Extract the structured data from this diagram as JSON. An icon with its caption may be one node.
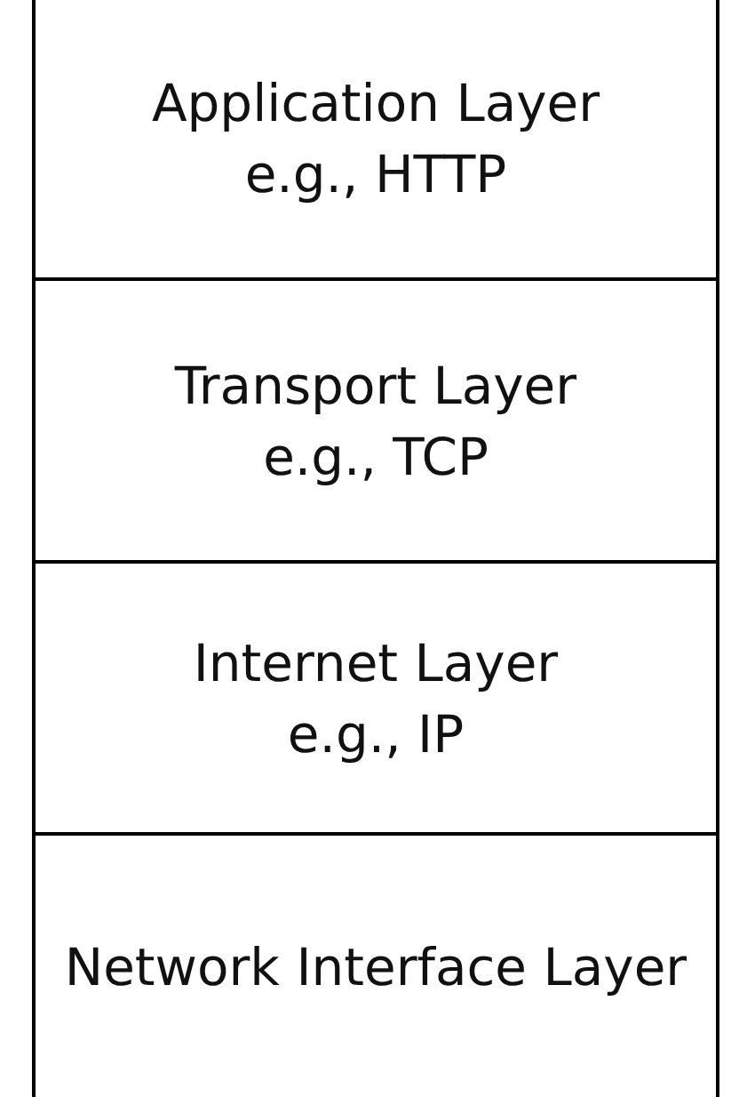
{
  "diagram": {
    "nodes": [
      {
        "text": [
          "Application Layer",
          "e.g., HTTP"
        ]
      },
      {
        "text": [
          "Transport Layer",
          "e.g., TCP"
        ]
      },
      {
        "text": [
          "Internet Layer",
          "e.g., IP"
        ]
      },
      {
        "text": [
          "Network Interface Layer"
        ]
      }
    ]
  }
}
